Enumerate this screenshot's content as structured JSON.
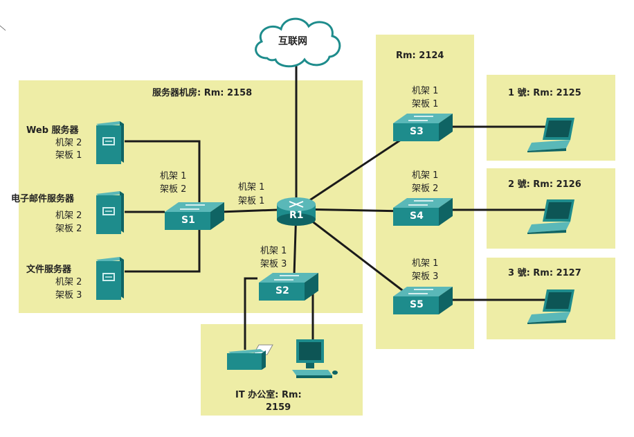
{
  "internet_label": "互联网",
  "server_room": {
    "title": "服务器机房: Rm: 2158",
    "web_server": {
      "name": "Web 服务器",
      "rack": "机架 2",
      "shelf": "架板 1"
    },
    "mail_server": {
      "name": "电子邮件服务器",
      "rack": "机架 2",
      "shelf": "架板 2"
    },
    "file_server": {
      "name": "文件服务器",
      "rack": "机架 2",
      "shelf": "架板 3"
    },
    "s1_port": {
      "rack": "机架 1",
      "shelf": "架板 2"
    },
    "r1_port": {
      "rack": "机架 1",
      "shelf": "架板 1"
    },
    "s2_port": {
      "rack": "机架 1",
      "shelf": "架板 3"
    }
  },
  "room_2124": {
    "title": "Rm: 2124",
    "s3_port": {
      "rack": "机架 1",
      "shelf": "架板 1"
    },
    "s4_port": {
      "rack": "机架 1",
      "shelf": "架板 2"
    },
    "s5_port": {
      "rack": "机架 1",
      "shelf": "架板 3"
    }
  },
  "office_1": "1 號: Rm: 2125",
  "office_2": "2 號: Rm: 2126",
  "office_3": "3 號: Rm: 2127",
  "it_office": {
    "line1": "IT 办公室: Rm:",
    "line2": "2159"
  },
  "devices": {
    "r1": "R1",
    "s1": "S1",
    "s2": "S2",
    "s3": "S3",
    "s4": "S4",
    "s5": "S5"
  },
  "colors": {
    "zone": "#eeeda6",
    "device": "#1e8c8c",
    "wire": "#1a1a1a"
  }
}
